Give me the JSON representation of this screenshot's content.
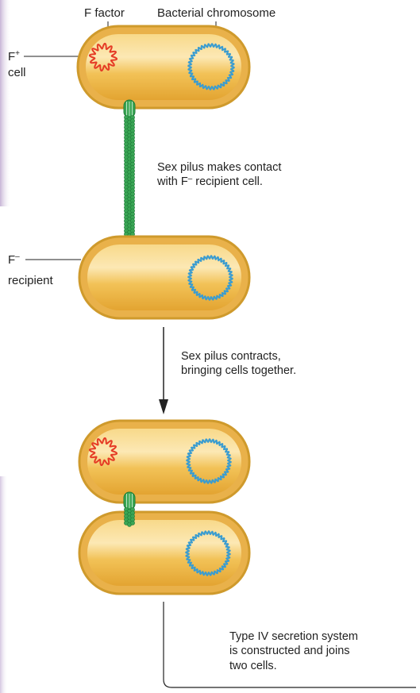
{
  "labels": {
    "f_factor": "F factor",
    "bacterial_chromosome": "Bacterial chromosome",
    "f_plus": "F",
    "f_plus_sup": "+",
    "cell": "cell",
    "f_minus": "F",
    "f_minus_sup": "–",
    "recipient": "recipient"
  },
  "captions": {
    "step1_line1": "Sex pilus makes contact",
    "step1_line2_a": "with F",
    "step1_line2_sup": "–",
    "step1_line2_b": " recipient cell.",
    "step2_line1": "Sex pilus contracts,",
    "step2_line2": "bringing cells together.",
    "step3_line1": "Type IV secretion system",
    "step3_line2": "is constructed and joins",
    "step3_line3": "two cells."
  },
  "colors": {
    "cell_fill": "#eeb63d",
    "cell_highlight": "#fbe3a2",
    "cell_border": "#c98d1e",
    "f_factor": "#e53b25",
    "chromosome": "#3a9cd0",
    "pilus": "#3aa655",
    "pilus_dark": "#1f7a39",
    "arrow": "#222222",
    "edge_accent": "#c9b7d8"
  }
}
